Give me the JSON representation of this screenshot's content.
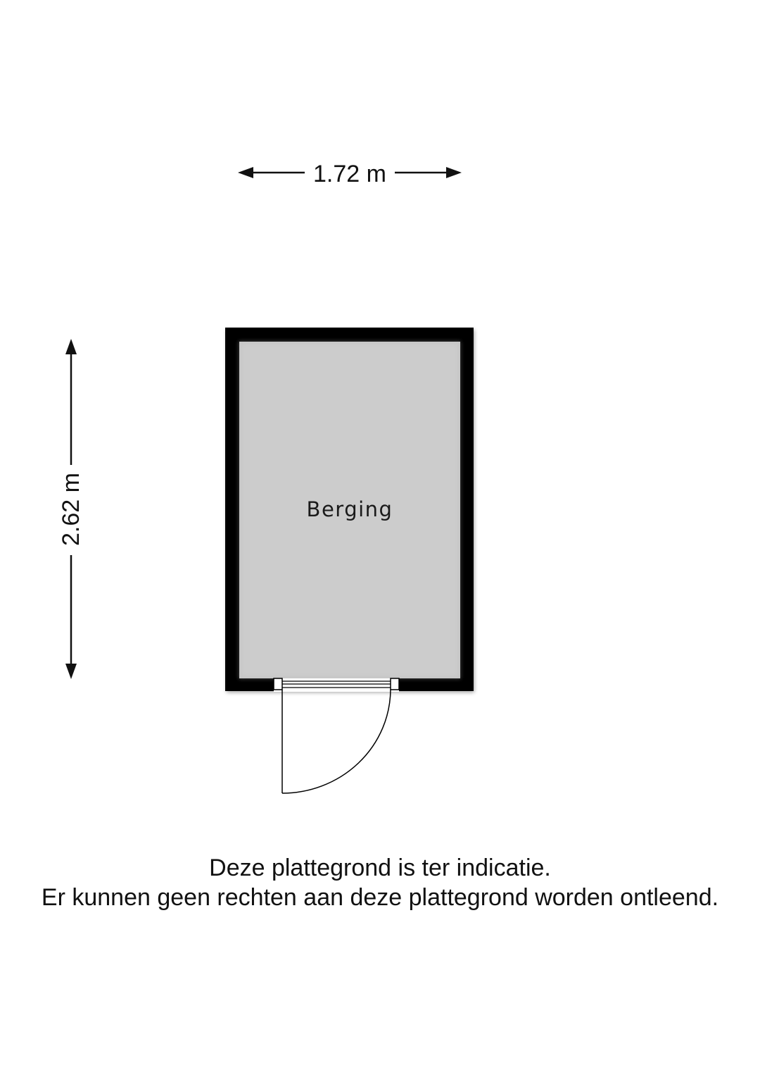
{
  "floorplan": {
    "width_label": "1.72 m",
    "height_label": "2.62 m",
    "room_name": "Berging"
  },
  "disclaimer": {
    "line1": "Deze plattegrond is ter indicatie.",
    "line2": "Er kunnen geen rechten aan deze plattegrond worden ontleend."
  },
  "colors": {
    "wall": "#000000",
    "floor": "#cccccc",
    "line": "#111111",
    "background": "#ffffff"
  }
}
